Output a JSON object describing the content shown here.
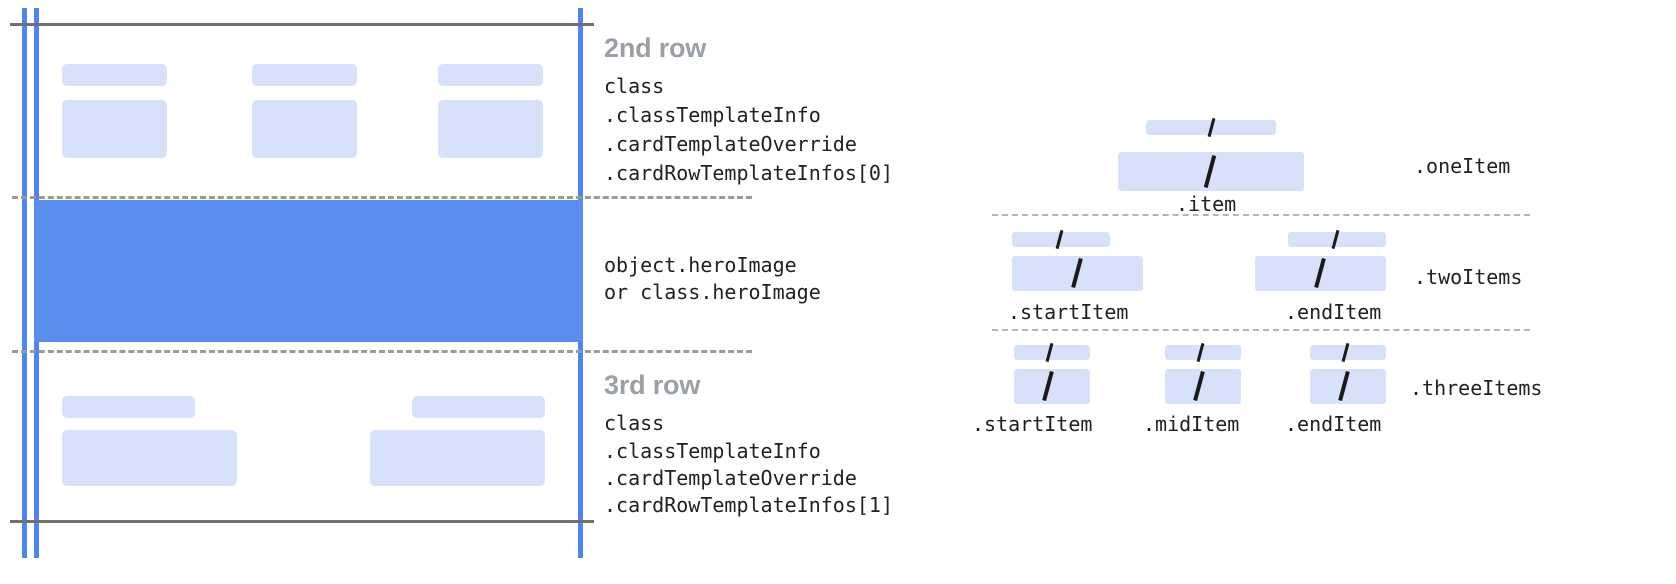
{
  "diagram": {
    "title": "Card row template structure diagram",
    "colors": {
      "rail_blue": "#4e86e8",
      "hero_blue": "#5b8def",
      "placeholder_blue": "#d7e1fa",
      "rule_grey": "#6f6f6f",
      "dash_grey": "#9a9a9a",
      "dot_grey": "#b4b4b4",
      "title_grey": "#9aa0a6",
      "code_black": "#202124"
    }
  },
  "left_panel": {
    "rows": [
      {
        "title": "2nd row",
        "code_lines": [
          "class",
          ".classTemplateInfo",
          ".cardTemplateOverride",
          ".cardRowTemplateInfos[0]"
        ],
        "placeholder_count": 3
      },
      {
        "title": "",
        "code_lines": [
          "object.heroImage",
          "or class.heroImage"
        ],
        "placeholder_count": 0
      },
      {
        "title": "3rd row",
        "code_lines": [
          "class",
          ".classTemplateInfo",
          ".cardTemplateOverride",
          ".cardRowTemplateInfos[1]"
        ],
        "placeholder_count": 2
      }
    ]
  },
  "right_panel": {
    "groups": [
      {
        "name": ".oneItem",
        "item_labels": [
          ".item"
        ],
        "item_count": 1
      },
      {
        "name": ".twoItems",
        "item_labels": [
          ".startItem",
          ".endItem"
        ],
        "item_count": 2
      },
      {
        "name": ".threeItems",
        "item_labels": [
          ".startItem",
          ".midItem",
          ".endItem"
        ],
        "item_count": 3
      }
    ],
    "glyph": "slash-icon"
  }
}
